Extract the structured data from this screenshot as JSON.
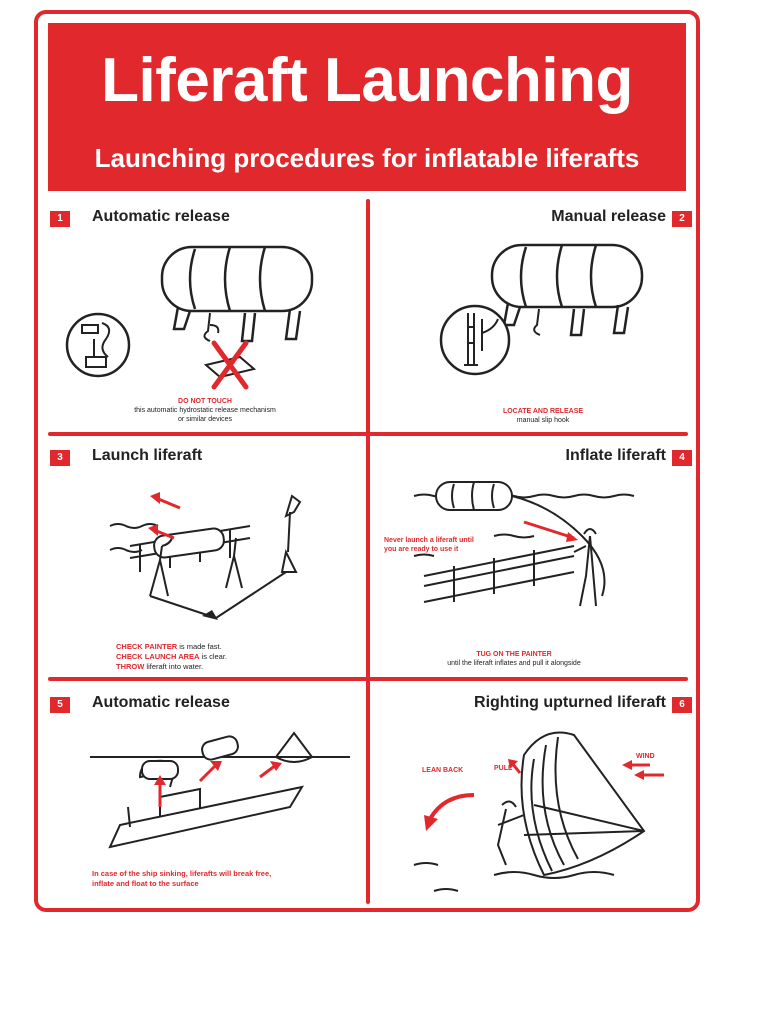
{
  "header": {
    "title": "Liferaft Launching",
    "subtitle": "Launching procedures for inflatable liferafts"
  },
  "colors": {
    "brand_red": "#e0282d",
    "ink": "#222222"
  },
  "panels": [
    {
      "number": "1",
      "title": "Automatic release",
      "caption_red": "DO NOT TOUCH",
      "caption_line1": "this automatic hydrostatic release mechanism",
      "caption_line2": "or similar devices",
      "icons": [
        "liferaft-canister-icon",
        "hydrostatic-release-icon",
        "cross-mark-icon"
      ]
    },
    {
      "number": "2",
      "title": "Manual release",
      "caption_red": "LOCATE AND RELEASE",
      "caption_line1": "manual slip hook",
      "icons": [
        "liferaft-canister-icon",
        "slip-hook-icon"
      ]
    },
    {
      "number": "3",
      "title": "Launch liferaft",
      "line1_red": "CHECK PAINTER",
      "line1_rest": " is made fast.",
      "line2_red": "CHECK LAUNCH AREA",
      "line2_rest": " is clear.",
      "line3_red": "THROW",
      "line3_rest": " liferaft into water."
    },
    {
      "number": "4",
      "title": "Inflate liferaft",
      "warning_line1": "Never launch a liferaft until",
      "warning_line2": "you are ready to use it",
      "caption_red": "TUG ON THE PAINTER",
      "caption_line1": "until the liferaft inflates and pull it alongside"
    },
    {
      "number": "5",
      "title": "Automatic release",
      "caption_line1": "In case of the ship sinking, liferafts will break free,",
      "caption_line2": "inflate and float to the surface"
    },
    {
      "number": "6",
      "title": "Righting upturned liferaft",
      "label_lean": "LEAN BACK",
      "label_pull": "PULL",
      "label_wind": "WIND"
    }
  ]
}
